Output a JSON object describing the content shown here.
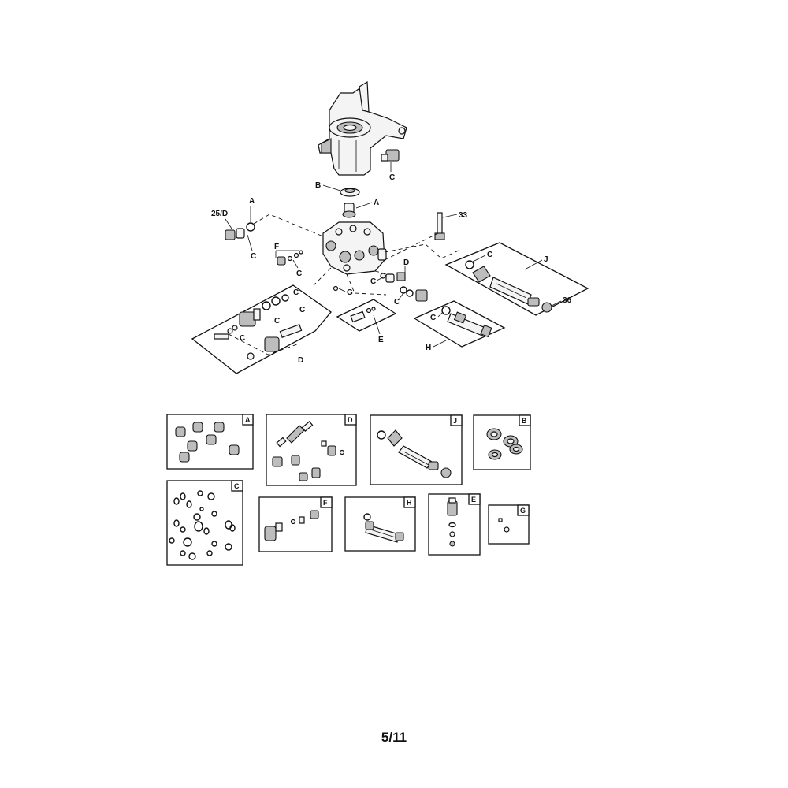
{
  "page_number": "5/11",
  "callouts": {
    "b_top": "B",
    "a_top": "A",
    "c_top": "C",
    "a_left": "A",
    "n25d": "25/D",
    "c_left": "C",
    "n33": "33",
    "f": "F",
    "c_f": "C",
    "c_mid1": "C",
    "c_mid2": "C",
    "c_mid3": "C",
    "c_mid4": "C",
    "d_right": "D",
    "c_r1": "C",
    "c_r2": "C",
    "g": "G",
    "e": "E",
    "c_j": "C",
    "j": "J",
    "n36": "36",
    "c_h": "C",
    "h": "H",
    "d_bottom": "D"
  },
  "kits": {
    "a": "A",
    "d": "D",
    "j": "J",
    "b": "B",
    "c": "C",
    "f": "F",
    "h": "H",
    "e": "E",
    "g": "G"
  }
}
